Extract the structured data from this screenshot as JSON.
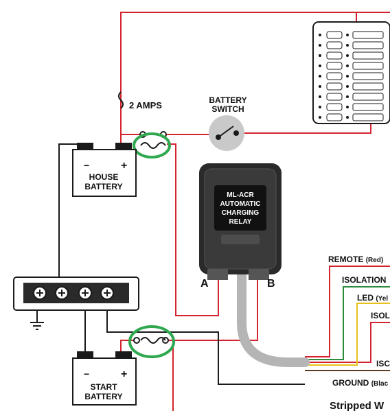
{
  "fuse_label": "2 AMPS",
  "battery_switch": {
    "line1": "BATTERY",
    "line2": "SWITCH"
  },
  "house_battery": {
    "line1": "HOUSE",
    "line2": "BATTERY",
    "minus": "−",
    "plus": "+"
  },
  "start_battery": {
    "line1": "START",
    "line2": "BATTERY",
    "minus": "−",
    "plus": "+"
  },
  "relay": {
    "line1": "ML-ACR",
    "line2": "AUTOMATIC",
    "line3": "CHARGING",
    "line4": "RELAY",
    "terminal_a": "A",
    "terminal_b": "B"
  },
  "wires": {
    "remote": {
      "label": "REMOTE",
      "color_note": "(Red)"
    },
    "isolation": {
      "label": "ISOLATION"
    },
    "led": {
      "label": "LED",
      "color_note": "(Yel"
    },
    "isol2": {
      "label": "ISOL"
    },
    "isc": {
      "label": "ISC"
    },
    "ground": {
      "label": "GROUND",
      "color_note": "(Blac"
    }
  },
  "footer_text": "Stripped W",
  "colors": {
    "red_wire": "#d3232f",
    "black_wire": "#1a1a1a",
    "brown_wire": "#5a3b22",
    "green_highlight": "#2fa84f",
    "relay_body": "#2a2a2a",
    "cable_gray": "#b5b5b5"
  },
  "icons": [
    "fuse-icon",
    "switch-icon",
    "ground-icon",
    "screw-terminal-icon"
  ]
}
